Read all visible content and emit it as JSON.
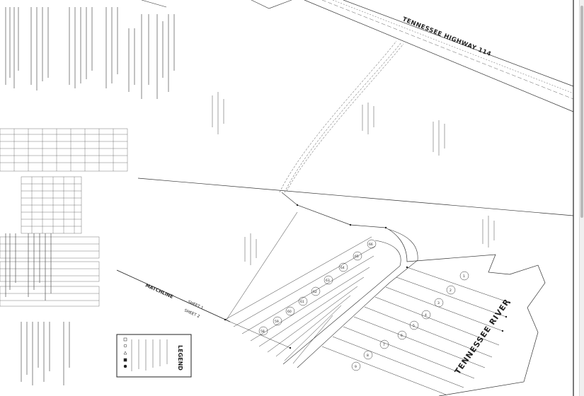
{
  "document": {
    "road_label": "TENNESSEE HIGHWAY 114",
    "river_label": "TENNESSEE RIVER",
    "matchline": {
      "label": "MATCHLINE",
      "sheet1": "SHEET 1",
      "sheet2": "SHEET 2"
    },
    "legend": {
      "title": "LEGEND"
    },
    "lots_right": [
      "1",
      "2",
      "3",
      "4",
      "5",
      "6",
      "7",
      "8",
      "9"
    ],
    "lots_left": [
      "58",
      "59",
      "60",
      "61",
      "62",
      "63",
      "64",
      "65",
      "66"
    ]
  }
}
